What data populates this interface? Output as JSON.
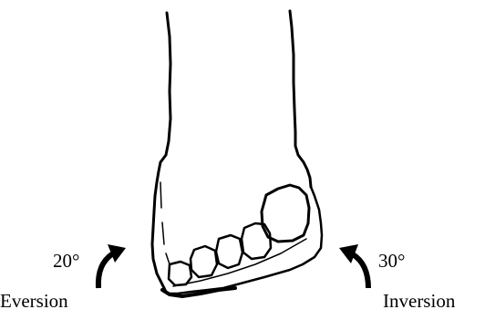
{
  "figure": {
    "left": {
      "angle": "20°",
      "label": "Eversion"
    },
    "right": {
      "angle": "30°",
      "label": "Inversion"
    }
  },
  "icons": {
    "foot": "foot-drawing-front-view",
    "left_arrow": "curved-arrow-eversion-icon",
    "right_arrow": "curved-arrow-inversion-icon"
  },
  "colors": {
    "ink": "#000000",
    "background": "#ffffff"
  }
}
